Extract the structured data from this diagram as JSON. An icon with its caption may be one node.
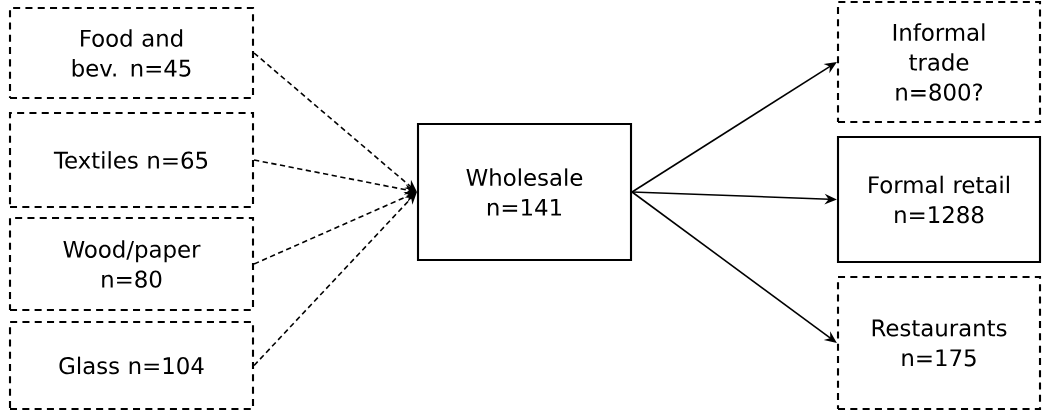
{
  "diagram": {
    "nodes": [
      {
        "text": [
          "Food and bev. n=45"
        ]
      },
      {
        "text": [
          "Textiles n=65"
        ]
      },
      {
        "text": [
          "Wood/paper n=80"
        ]
      },
      {
        "text": [
          "Glass n=104"
        ]
      },
      {
        "text": [
          "Wholesale n=141"
        ]
      },
      {
        "text": [
          "Informal trade n=800?"
        ]
      },
      {
        "text": [
          "Formal retail n=1288"
        ]
      },
      {
        "text": [
          "Restaurants n=175"
        ]
      }
    ],
    "edges": [
      {
        "from": 0,
        "to": 4,
        "arrow": "to",
        "style": "dashed"
      },
      {
        "from": 1,
        "to": 4,
        "arrow": "to",
        "style": "dashed"
      },
      {
        "from": 2,
        "to": 4,
        "arrow": "to",
        "style": "dashed"
      },
      {
        "from": 3,
        "to": 4,
        "arrow": "to",
        "style": "dashed"
      },
      {
        "from": 4,
        "to": 5,
        "arrow": "to"
      },
      {
        "from": 4,
        "to": 6,
        "arrow": "to"
      },
      {
        "from": 4,
        "to": 7,
        "arrow": "to"
      }
    ]
  }
}
